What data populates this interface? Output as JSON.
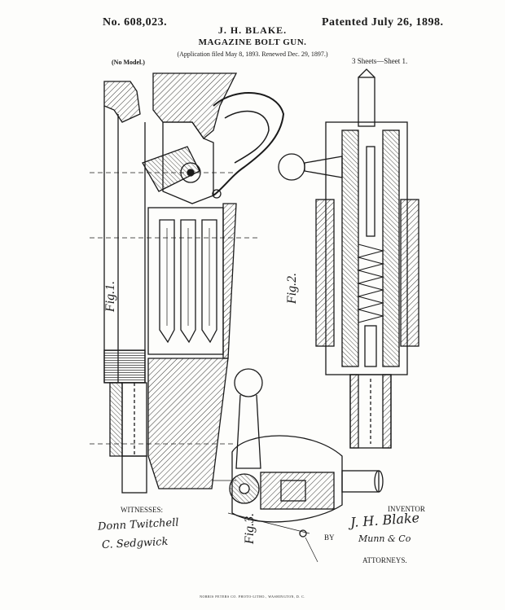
{
  "header": {
    "patent_number": "No. 608,023.",
    "patent_date": "Patented July 26, 1898.",
    "inventor_name": "J. H. BLAKE.",
    "invention_title": "MAGAZINE BOLT GUN.",
    "application_line": "(Application filed May 8, 1893. Renewed Dec. 29, 1897.)",
    "model_label": "(No Model.)",
    "sheets_label": "3 Sheets—Sheet 1."
  },
  "figures": {
    "fig1": "Fig.1.",
    "fig2": "Fig.2.",
    "fig3": "Fig.3."
  },
  "footer": {
    "witnesses_label": "WITNESSES:",
    "witness_1": "Donn Twitchell",
    "witness_2": "C. Sedgwick",
    "inventor_label": "INVENTOR",
    "inventor_signature": "J. H. Blake",
    "by_label": "BY",
    "attorney_signature": "Munn & Co",
    "attorneys_label": "ATTORNEYS.",
    "printer_line": "NORRIS PETERS CO. PHOTO-LITHO., WASHINGTON, D. C."
  }
}
